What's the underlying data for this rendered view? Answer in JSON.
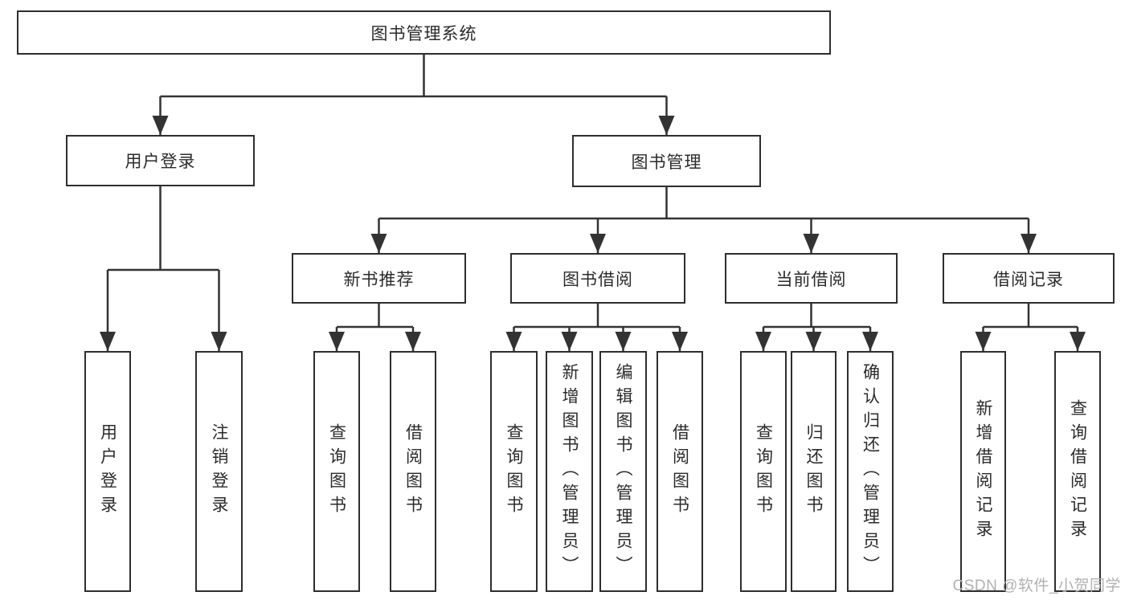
{
  "root": {
    "label": "图书管理系统"
  },
  "level2": [
    {
      "label": "用户登录"
    },
    {
      "label": "图书管理"
    }
  ],
  "level3": [
    {
      "label": "新书推荐"
    },
    {
      "label": "图书借阅"
    },
    {
      "label": "当前借阅"
    },
    {
      "label": "借阅记录"
    }
  ],
  "leaves": [
    {
      "label": "用户登录"
    },
    {
      "label": "注销登录"
    },
    {
      "label": "查询图书"
    },
    {
      "label": "借阅图书"
    },
    {
      "label": "查询图书"
    },
    {
      "label": "新增图书（管理员）"
    },
    {
      "label": "编辑图书（管理员）"
    },
    {
      "label": "借阅图书"
    },
    {
      "label": "查询图书"
    },
    {
      "label": "归还图书"
    },
    {
      "label": "确认归还（管理员）"
    },
    {
      "label": "新增借阅记录"
    },
    {
      "label": "查询借阅记录"
    }
  ],
  "watermark": {
    "text": "CSDN @软件_小贺同学"
  },
  "colors": {
    "line": "#333333",
    "border": "#2e2e2e",
    "watermark": "#b3b0b0"
  }
}
